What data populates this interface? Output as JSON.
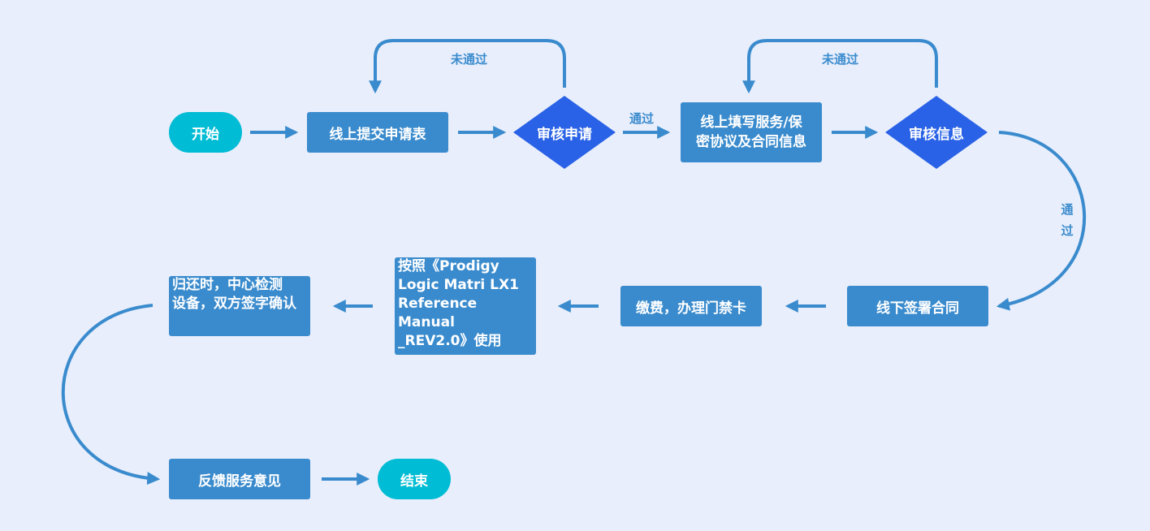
{
  "diagram": {
    "colors": {
      "background": "#e8eefc",
      "terminal": "#00bcd4",
      "process": "#3a8bcd",
      "decision": "#2962e6",
      "edge": "#3a8bcd"
    },
    "nodes": {
      "start": {
        "type": "terminal",
        "label": "开始"
      },
      "submit": {
        "type": "process",
        "label": "线上提交申请表"
      },
      "review_app": {
        "type": "decision",
        "label": "审核申请"
      },
      "fill_info": {
        "type": "process",
        "lines": [
          "线上填写服务/保",
          "密协议及合同信息"
        ]
      },
      "review_info": {
        "type": "decision",
        "label": "审核信息"
      },
      "sign_contract": {
        "type": "process",
        "label": "线下签署合同"
      },
      "pay": {
        "type": "process",
        "label": "缴费，办理门禁卡"
      },
      "use": {
        "type": "process",
        "lines": [
          "按照《Prodigy",
          "Logic Matri LX1",
          "Reference Manual",
          "_REV2.0》使用"
        ]
      },
      "return": {
        "type": "process",
        "lines": [
          "归还时，中心检测",
          "设备，双方签字确认"
        ]
      },
      "feedback": {
        "type": "process",
        "label": "反馈服务意见"
      },
      "end": {
        "type": "terminal",
        "label": "结束"
      }
    },
    "edge_labels": {
      "fail_1": "未通过",
      "fail_2": "未通过",
      "pass_1": "通过",
      "pass_2": [
        "通",
        "过"
      ]
    }
  }
}
